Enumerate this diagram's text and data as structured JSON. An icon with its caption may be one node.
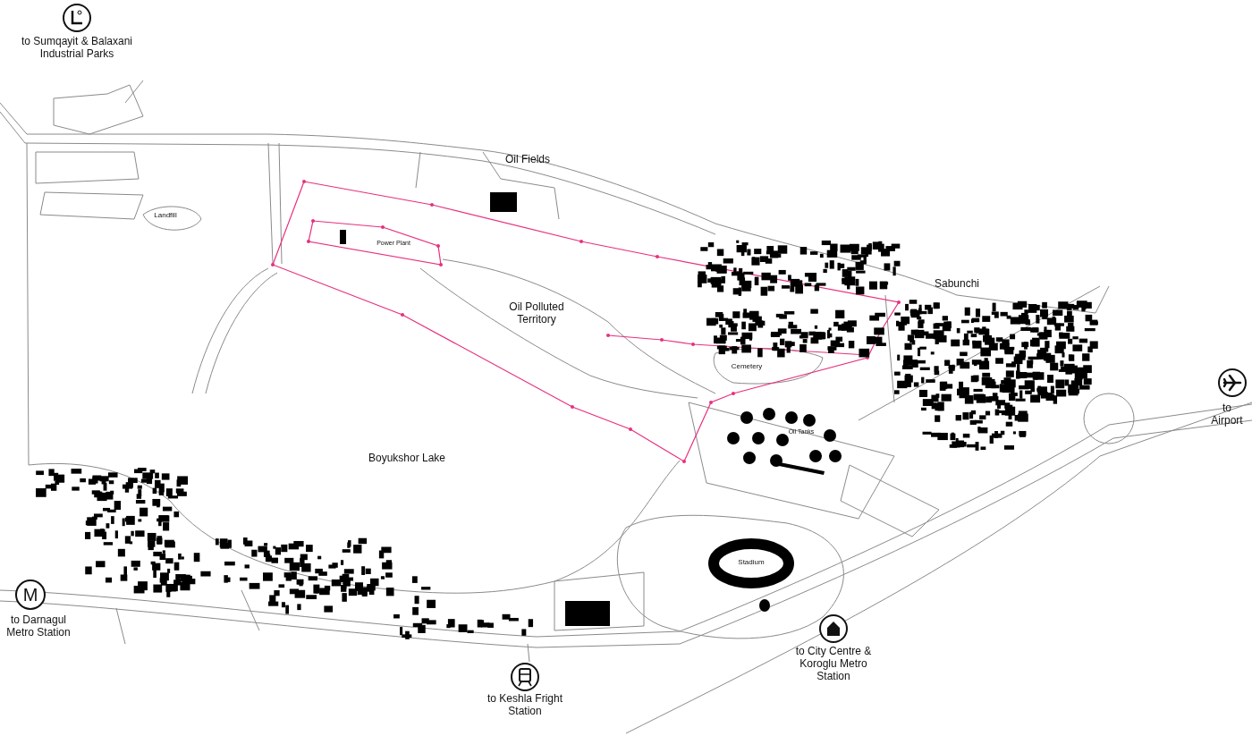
{
  "diagram": {
    "labels": [
      "to Sumqayit & Balaxani Industrial Parks",
      "Oil Fields",
      "Landfill",
      "Power Plant",
      "Sabunchi",
      "Oil Polluted Territory",
      "Cemetery",
      "to Airport",
      "Oil Tanks",
      "Boyukshor Lake",
      "Stadium",
      "M",
      "to Darnagul Metro Station",
      "to City Centre & Koroglu Metro Station",
      "to Keshla Fright Station"
    ]
  }
}
